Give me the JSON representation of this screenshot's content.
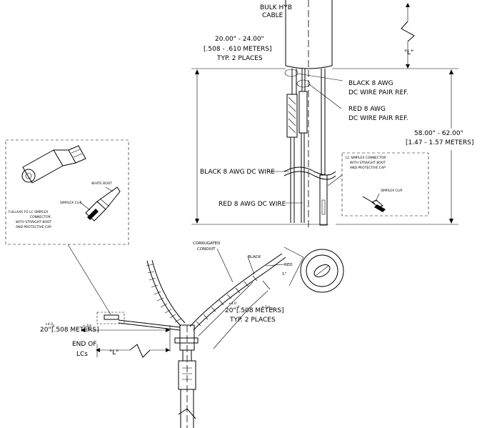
{
  "labels": {
    "bulk_cable": [
      "BULK HYB",
      "CABLE"
    ],
    "top_dim": [
      "20.00\" - 24.00\"",
      "[.508 - .610 METERS]",
      "TYP. 2 PLACES"
    ],
    "black_pair": [
      "BLACK 8 AWG",
      "DC WIRE PAIR REF."
    ],
    "red_pair": [
      "RED 8 AWG",
      "DC WIRE PAIR REF."
    ],
    "length_dim": [
      "58.00\" - 62.00\"",
      "[1.47 - 1.57 METERS]"
    ],
    "black_wire": "BLACK 8 AWG DC WIRE",
    "red_wire": "RED 8 AWG DC WIRE",
    "lc_box": [
      "LC SIMPLEX CONNECTOR",
      "WITH STRAIGHT BOOT",
      "AND PROTECTIVE CAP"
    ],
    "simplex_clip": "SIMPLEX CLIP",
    "fullaxs": [
      "FULLAXS FO LC SIMPLEX",
      "CONNECTOR",
      "WITH STRAIGHT BOOT",
      "AND PROTECTIVE CAP"
    ],
    "white_boot": "WHITE BOOT",
    "simplex_clip_left": "SIMPLEX CLIP",
    "corrugated": [
      "CORRUGATED",
      "CONDUIT"
    ],
    "black": "BLACK",
    "red": "RED",
    "one_inch": "1\"",
    "breakout_dim": {
      "tol_plus": "+4.0",
      "tol_minus": "-0",
      "tol_m_plus": "+.1m",
      "tol_m_minus": "-0",
      "main": "20\"",
      "meters": "[.508 METERS]",
      "typ": "TYP. 2 PLACES"
    },
    "left_dim": {
      "tol_plus": "+4.0",
      "tol_minus": "-0",
      "tol_m_plus": "+.1m",
      "tol_m_minus": "-0",
      "main": "20\"",
      "meters": "[.508 METERS]"
    },
    "end_of_lcs": [
      "END OF",
      "LCs"
    ],
    "l_mark": "\"L\"",
    "l_mark_top": "\"L\""
  }
}
